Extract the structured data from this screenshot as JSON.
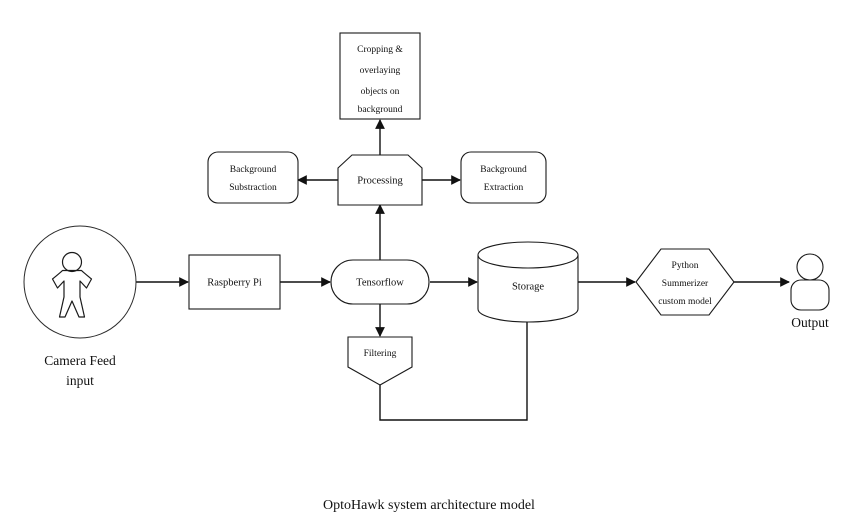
{
  "diagram": {
    "caption": "OptoHawk system architecture model",
    "background_color": "#ffffff",
    "line_color": "#111111",
    "text_color": "#111111",
    "nodes": {
      "camera_feed": {
        "label_line1": "Camera Feed",
        "label_line2": "input",
        "shape": "circle-with-actor"
      },
      "raspberry_pi": {
        "label": "Raspberry Pi",
        "shape": "rectangle"
      },
      "tensorflow": {
        "label": "Tensorflow",
        "shape": "stadium"
      },
      "processing": {
        "label": "Processing",
        "shape": "octagon"
      },
      "background_substraction": {
        "label_line1": "Background",
        "label_line2": "Substraction",
        "shape": "rounded-rectangle"
      },
      "background_extraction": {
        "label_line1": "Background",
        "label_line2": "Extraction",
        "shape": "rounded-rectangle"
      },
      "cropping_overlaying": {
        "label_line1": "Cropping &",
        "label_line2": "overlaying",
        "label_line3": "objects on",
        "label_line4": "background",
        "shape": "rectangle"
      },
      "filtering": {
        "label": "Filtering",
        "shape": "inverted-pentagon"
      },
      "storage": {
        "label": "Storage",
        "shape": "cylinder"
      },
      "python_summerizer": {
        "label_line1": "Python",
        "label_line2": "Summerizer",
        "label_line3": "custom model",
        "shape": "hexagon"
      },
      "output": {
        "label": "Output",
        "shape": "actor"
      }
    },
    "edges": [
      {
        "name": "camera-to-raspberry",
        "from": "camera_feed",
        "to": "raspberry_pi",
        "direction": "right"
      },
      {
        "name": "raspberry-to-tensorflow",
        "from": "raspberry_pi",
        "to": "tensorflow",
        "direction": "right"
      },
      {
        "name": "tensorflow-to-processing",
        "from": "tensorflow",
        "to": "processing",
        "direction": "up"
      },
      {
        "name": "processing-to-cropping",
        "from": "processing",
        "to": "cropping_overlaying",
        "direction": "up"
      },
      {
        "name": "processing-to-substraction",
        "from": "processing",
        "to": "background_substraction",
        "direction": "left"
      },
      {
        "name": "processing-to-extraction",
        "from": "processing",
        "to": "background_extraction",
        "direction": "right"
      },
      {
        "name": "tensorflow-to-filtering",
        "from": "tensorflow",
        "to": "filtering",
        "direction": "down"
      },
      {
        "name": "tensorflow-to-storage",
        "from": "tensorflow",
        "to": "storage",
        "direction": "right"
      },
      {
        "name": "filtering-to-storage",
        "from": "filtering",
        "to": "storage",
        "direction": "feedback-up"
      },
      {
        "name": "storage-to-python",
        "from": "storage",
        "to": "python_summerizer",
        "direction": "right"
      },
      {
        "name": "python-to-output",
        "from": "python_summerizer",
        "to": "output",
        "direction": "right"
      }
    ]
  }
}
